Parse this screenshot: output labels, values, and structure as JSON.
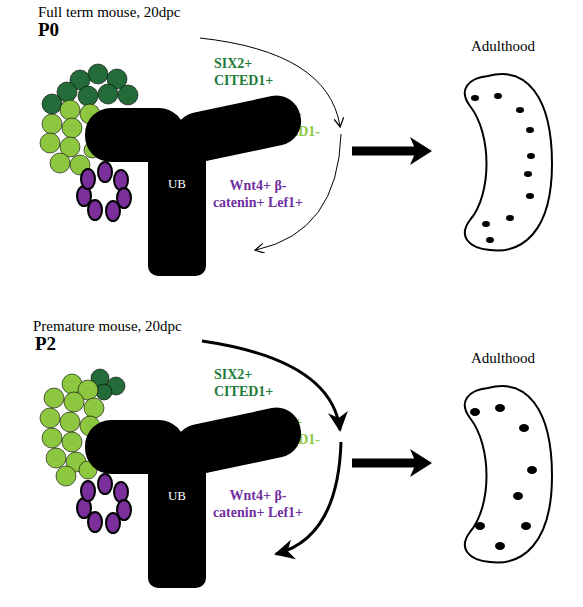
{
  "diagram": {
    "nodes": [
      {
        "text": [
          "UB"
        ]
      },
      {
        "text": [
          "Adulthood"
        ]
      },
      {
        "text": [
          "UB"
        ]
      },
      {
        "text": [
          "Adulthood"
        ]
      }
    ],
    "edges": [
      {
        "from": 0,
        "to": 1,
        "arrow": "to"
      },
      {
        "from": 2,
        "to": 3,
        "arrow": "to"
      }
    ],
    "labels": [
      "Full term mouse, 20dpc",
      "P0",
      "SIX2+ CITED1+",
      "SIX2+ CITED1-",
      "Wnt4+ β-catenin+ Lef1+",
      "Premature mouse, 20dpc",
      "P2",
      "SIX2+ CITED1+",
      "SIX2+ CITED1-",
      "Wnt4+ β-catenin+ Lef1+"
    ]
  }
}
